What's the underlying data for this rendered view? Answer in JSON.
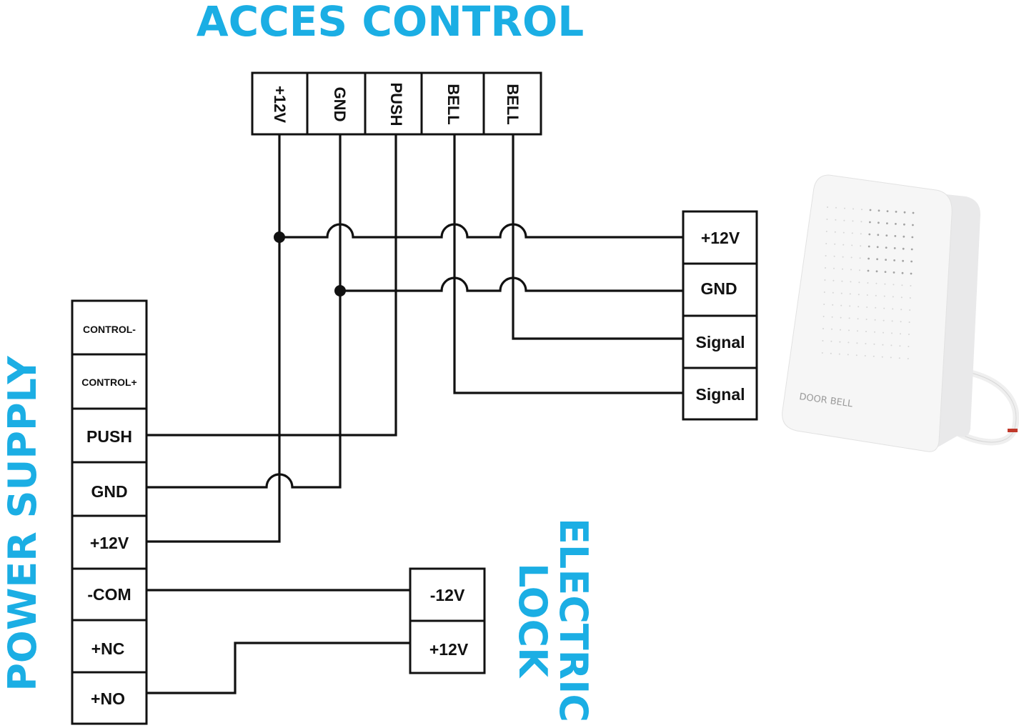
{
  "titles": {
    "access_control": "ACCES CONTROL",
    "power_supply": "POWER SUPPLY",
    "electric": "ELECTRIC",
    "lock": "LOCK"
  },
  "colors": {
    "title_blue": "#1BAEE4",
    "line": "#111111"
  },
  "access_control": {
    "terminals": [
      "+12V",
      "GND",
      "PUSH",
      "BELL",
      "BELL"
    ]
  },
  "power_supply": {
    "terminals": [
      "CONTROL-",
      "CONTROL+",
      "PUSH",
      "GND",
      "+12V",
      "-COM",
      "+NC",
      "+NO"
    ]
  },
  "door_bell": {
    "terminals": [
      "+12V",
      "GND",
      "Signal",
      "Signal"
    ],
    "device_label": "DOOR BELL",
    "device_icon": "door-bell-device-icon"
  },
  "electric_lock": {
    "terminals": [
      "-12V",
      "+12V"
    ]
  },
  "connections": [
    {
      "from": "access_control.+12V",
      "to": "power_supply.+12V"
    },
    {
      "from": "access_control.+12V",
      "to": "door_bell.+12V",
      "junction": true
    },
    {
      "from": "access_control.GND",
      "to": "power_supply.GND"
    },
    {
      "from": "access_control.GND",
      "to": "door_bell.GND",
      "junction": true
    },
    {
      "from": "access_control.PUSH",
      "to": "power_supply.PUSH"
    },
    {
      "from": "access_control.BELL_1",
      "to": "door_bell.Signal_2"
    },
    {
      "from": "access_control.BELL_2",
      "to": "door_bell.Signal_1"
    },
    {
      "from": "power_supply.-COM",
      "to": "electric_lock.-12V"
    },
    {
      "from": "power_supply.+NO",
      "to": "electric_lock.+12V"
    }
  ]
}
